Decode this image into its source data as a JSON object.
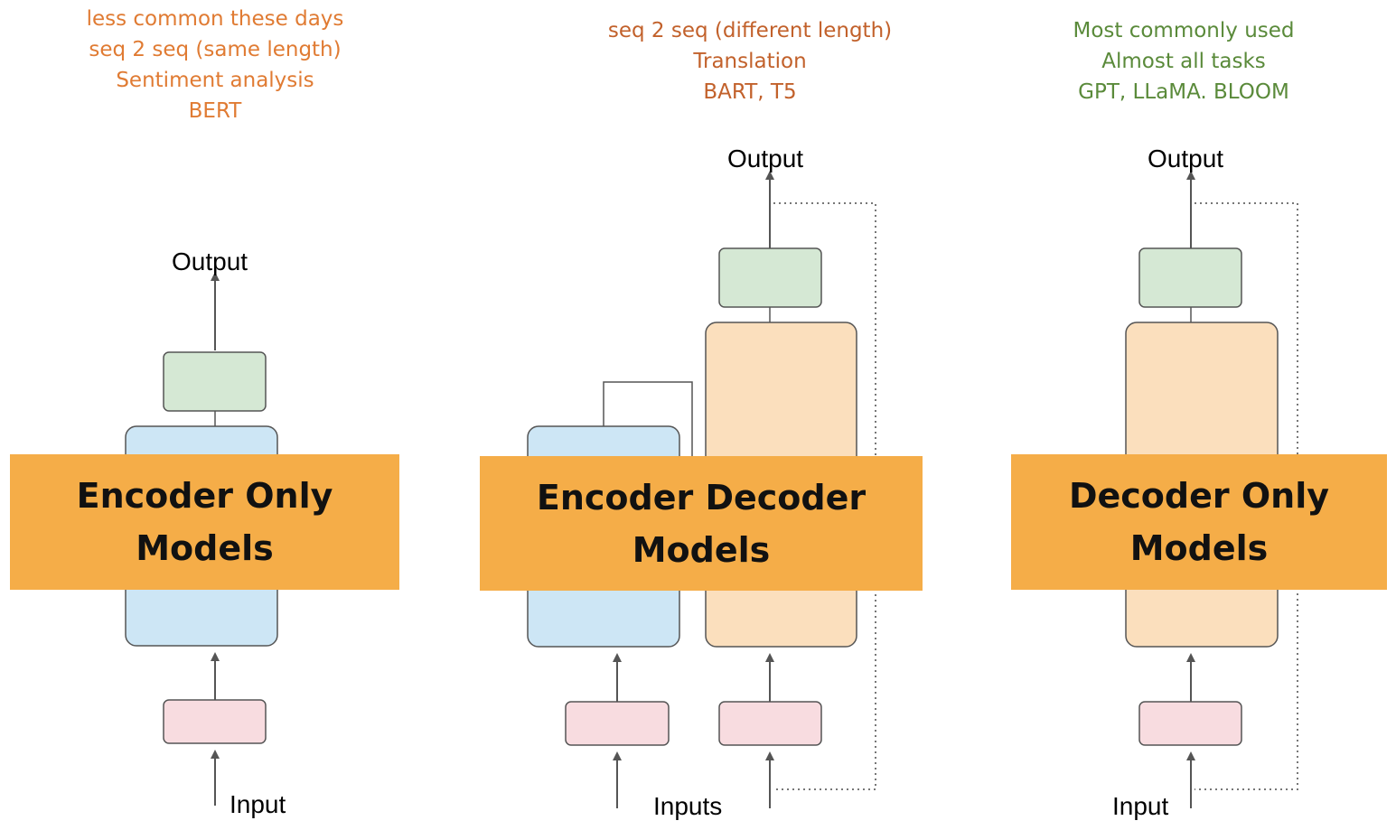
{
  "colors": {
    "orange_text": "#e07b33",
    "dark_orange_text": "#c2612b",
    "green_text": "#5a8a3a",
    "banner": "#f5ad48",
    "encoder_block": "#cde6f5",
    "decoder_block": "#fbdfbd",
    "output_block": "#d5e8d4",
    "input_block": "#f8dce0"
  },
  "panels": [
    {
      "notes": [
        "less common these days",
        "seq 2 seq (same length)",
        "Sentiment analysis",
        "BERT"
      ],
      "title_lines": [
        "Encoder Only",
        "Models"
      ],
      "output_label": "Output",
      "input_label": "Input"
    },
    {
      "notes": [
        "seq 2 seq (different length)",
        "Translation",
        "BART, T5"
      ],
      "title_lines": [
        "Encoder Decoder",
        "Models"
      ],
      "output_label": "Output",
      "input_label": "Inputs"
    },
    {
      "notes": [
        "Most commonly used",
        "Almost all tasks",
        "GPT, LLaMA. BLOOM"
      ],
      "title_lines": [
        "Decoder Only",
        "Models"
      ],
      "output_label": "Output",
      "input_label": "Input"
    }
  ]
}
